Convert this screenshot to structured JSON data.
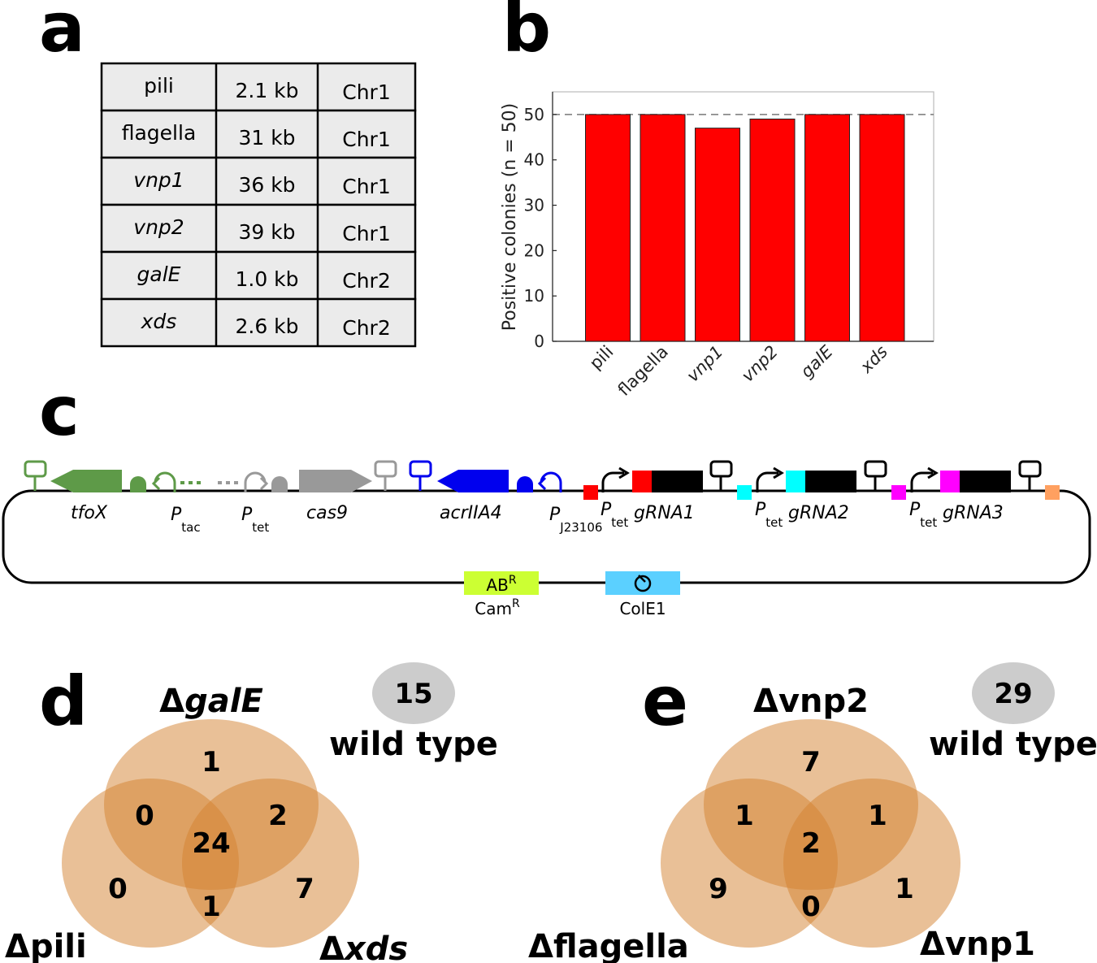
{
  "panels": {
    "a": "a",
    "b": "b",
    "c": "c",
    "d": "d",
    "e": "e"
  },
  "table": {
    "rows": [
      {
        "name": "pili",
        "italic": false,
        "size": "2.1 kb",
        "chr": "Chr1"
      },
      {
        "name": "flagella",
        "italic": false,
        "size": "31 kb",
        "chr": "Chr1"
      },
      {
        "name": "vnp1",
        "italic": true,
        "size": "36 kb",
        "chr": "Chr1"
      },
      {
        "name": "vnp2",
        "italic": true,
        "size": "39 kb",
        "chr": "Chr1"
      },
      {
        "name": "galE",
        "italic": true,
        "size": "1.0 kb",
        "chr": "Chr2"
      },
      {
        "name": "xds",
        "italic": true,
        "size": "2.6 kb",
        "chr": "Chr2"
      }
    ]
  },
  "chart_data": {
    "type": "bar",
    "categories": [
      "pili",
      "flagella",
      "vnp1",
      "vnp2",
      "galE",
      "xds"
    ],
    "italic_categories": [
      false,
      false,
      true,
      true,
      true,
      true
    ],
    "values": [
      50,
      50,
      47,
      49,
      50,
      50
    ],
    "ylabel": "Positive colonies (n = 50)",
    "xlabel": "",
    "ylim": [
      0,
      55
    ],
    "yticks": [
      0,
      10,
      20,
      30,
      40,
      50
    ],
    "reference_line": 50,
    "bar_color": "#ff0000",
    "grid": false
  },
  "plasmid": {
    "genes": {
      "tfoX": "tfoX",
      "cas9": "cas9",
      "acrIIA4": "acrIIA4",
      "gRNA1": "gRNA1",
      "gRNA2": "gRNA2",
      "gRNA3": "gRNA3"
    },
    "promoter_letter": "P",
    "promoters": {
      "tac": "tac",
      "tet": "tet",
      "j23106": "J23106"
    },
    "ab_label": "AB",
    "ab_sup": "R",
    "cam_label": "Cam",
    "cam_sup": "R",
    "ori_label": "ColE1",
    "colors": {
      "green": "#5e9a48",
      "gray": "#999999",
      "blue": "#0000ee",
      "red": "#ff0000",
      "cyan": "#00ffff",
      "magenta": "#ff00ff",
      "orange": "#ffa060",
      "ab": "#ccff33",
      "ori": "#5bd0ff"
    }
  },
  "venn_d": {
    "labels": {
      "top_prefix": "Δ",
      "top": "galE",
      "left": "Δpili",
      "right_prefix": "Δ",
      "right": "xds"
    },
    "values": {
      "top_only": "1",
      "left_only": "0",
      "right_only": "7",
      "top_left": "0",
      "top_right": "2",
      "left_right": "1",
      "center": "24"
    },
    "wild_type_count": "15",
    "wild_type_label": "wild type"
  },
  "venn_e": {
    "labels": {
      "top": "Δvnp2",
      "left": "Δflagella",
      "right": "Δvnp1"
    },
    "values": {
      "top_only": "7",
      "left_only": "9",
      "right_only": "1",
      "top_left": "1",
      "top_right": "1",
      "left_right": "0",
      "center": "2"
    },
    "wild_type_count": "29",
    "wild_type_label": "wild type"
  }
}
